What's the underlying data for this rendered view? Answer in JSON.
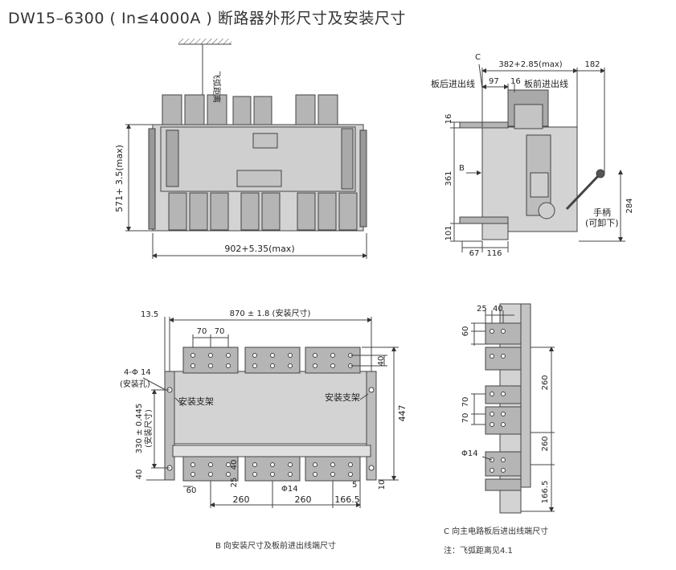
{
  "title": "DW15–6300 ( In≤4000A ) 断路器外形尺寸及安装尺寸",
  "front_view": {
    "arc_distance_label": "飞弧距离",
    "height_dim": "571+ 3.5(max)",
    "width_dim": "902+5.35(max)"
  },
  "side_view": {
    "c_marker": "C",
    "depth_dim": "382+2.85(max)",
    "handle_proj_dim": "182",
    "rear_terminal_label": "板后进出线",
    "front_terminal_label": "板前进出线",
    "dim_97": "97",
    "dim_16_top": "16",
    "dim_16_left": "16",
    "dim_361": "361",
    "b_marker": "B",
    "dim_101": "101",
    "dim_67": "67",
    "dim_116": "116",
    "dim_284": "284",
    "handle_label": "手柄",
    "handle_note": "(可卸下)"
  },
  "b_view": {
    "dim_13_5": "13.5",
    "mount_width_dim": "870 ± 1.8 (安装尺寸)",
    "dim_70a": "70",
    "dim_70b": "70",
    "hole_label": "4-Φ 14",
    "hole_note": "(安装孔)",
    "bracket_left": "安装支架",
    "bracket_right": "安装支架",
    "mount_height_dim": "330 ± 0.445",
    "mount_height_note": "(安装尺寸)",
    "dim_40_left": "40",
    "dim_60": "60",
    "dim_25": "25",
    "dim_40_bottom": "40",
    "phi14": "Φ14",
    "dim_5": "5",
    "dim_10": "10",
    "dim_40_right": "40",
    "dim_447": "447",
    "dim_260a": "260",
    "dim_260b": "260",
    "dim_166_5": "166.5",
    "caption": "B 向安装尺寸及板前进出线端尺寸"
  },
  "c_view": {
    "dim_25": "25",
    "dim_40": "40",
    "dim_60": "60",
    "dim_70a": "70",
    "dim_70b": "70",
    "phi14": "Φ14",
    "dim_260a": "260",
    "dim_260b": "260",
    "dim_166_5": "166.5",
    "caption": "C 向主电路板后进出线端尺寸",
    "note": "注：飞弧距离见4.1"
  },
  "colors": {
    "body_fill": "#d3d3d3",
    "dark_fill": "#a9a9a9",
    "line": "#444444"
  }
}
